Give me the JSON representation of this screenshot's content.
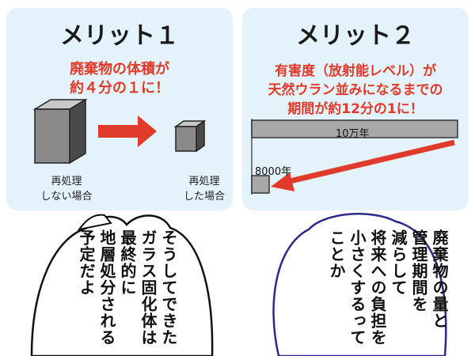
{
  "merit1": {
    "title": "メリット１",
    "headline": [
      "廃棄物の体積が",
      "約４分の１に！"
    ],
    "without_label": [
      "再処理",
      "しない場合"
    ],
    "with_label": [
      "再処理",
      "した場合"
    ]
  },
  "merit2": {
    "title": "メリット２",
    "headline": [
      "有害度（放射能レベル）が",
      "天然ウラン並みになるまでの",
      "期間が約12分の1に！"
    ],
    "long_bar_label": "10万年",
    "short_bar_label": "8000年"
  },
  "bubble_left": {
    "lines": [
      "そうしてできた",
      "ガラス固化体は",
      "最終的に",
      "地層処分される",
      "予定だよ"
    ]
  },
  "bubble_right": {
    "lines": [
      "廃棄物の量と",
      "管理期間を",
      "減らして",
      "将来への負担を",
      "小さくするって",
      "ことか"
    ]
  },
  "colors": {
    "panel_bg": "#e4f2fb",
    "accent_red": "#e03a2a",
    "bar_gray": "#a8a8a8",
    "left_bubble_border": "#111111",
    "right_bubble_border": "#2a2a8a"
  }
}
